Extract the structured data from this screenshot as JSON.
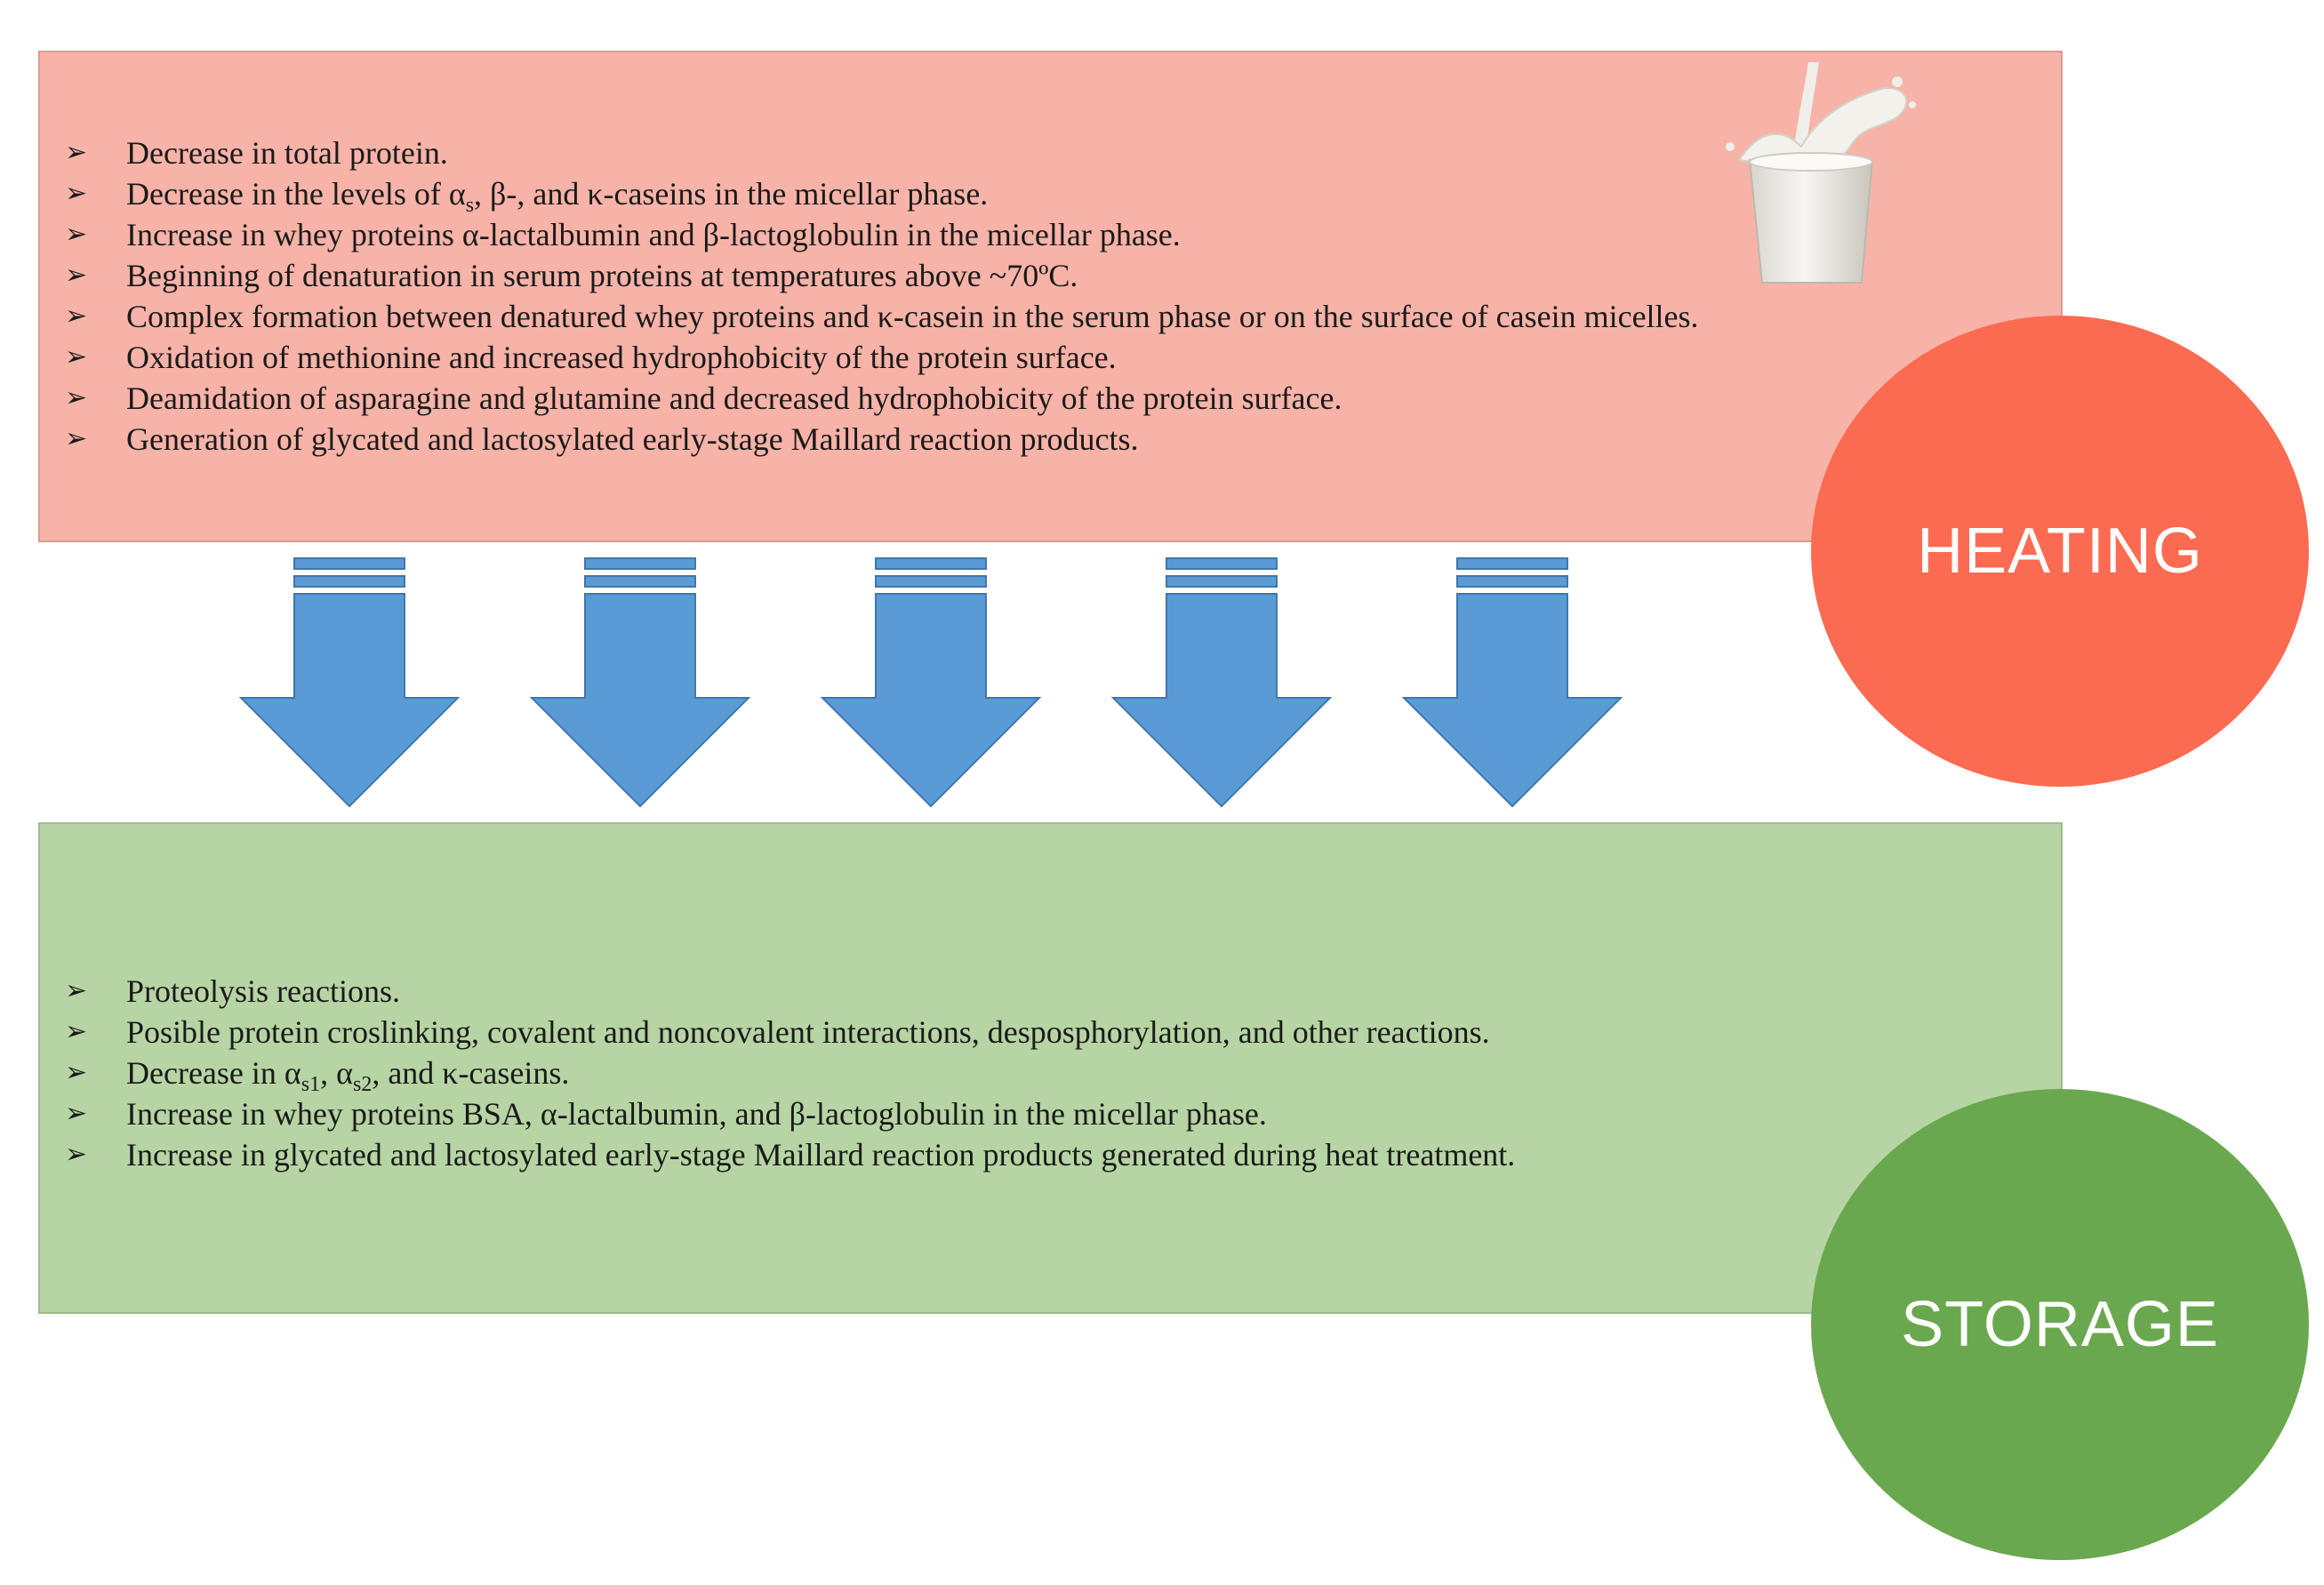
{
  "colors": {
    "heating_panel": "#f8b3a8",
    "storage_panel": "#b7d5a4",
    "heating_circle": "#fb6b52",
    "storage_circle": "#6aa84f",
    "arrow_fill": "#5b9bd5",
    "arrow_stroke": "#3f77ad"
  },
  "heating": {
    "label": "HEATING",
    "image": "milk-glass-splash-photo",
    "items": [
      {
        "pre": "Decrease in total protein.",
        "sub": "",
        "post": ""
      },
      {
        "pre": "Decrease in the levels of α",
        "sub": "s",
        "post": ", β-, and κ-caseins in the micellar phase."
      },
      {
        "pre": "Increase in whey proteins α-lactalbumin and β-lactoglobulin in the micellar phase.",
        "sub": "",
        "post": ""
      },
      {
        "pre": "Beginning of denaturation in serum proteins at temperatures above ~70ºC.",
        "sub": "",
        "post": ""
      },
      {
        "pre": "Complex formation between denatured whey proteins and κ-casein in the serum phase or on the surface of casein micelles.",
        "sub": "",
        "post": ""
      },
      {
        "pre": "Oxidation of methionine and increased hydrophobicity of the protein surface.",
        "sub": "",
        "post": ""
      },
      {
        "pre": "Deamidation of asparagine and glutamine and decreased hydrophobicity of the protein surface.",
        "sub": "",
        "post": ""
      },
      {
        "pre": "Generation of glycated and lactosylated early-stage Maillard reaction products.",
        "sub": "",
        "post": ""
      }
    ]
  },
  "storage": {
    "label": "STORAGE",
    "items": [
      {
        "pre": "Proteolysis reactions.",
        "sub": "",
        "post": ""
      },
      {
        "pre": "Posible protein croslinking, covalent and noncovalent interactions, desposphorylation, and other reactions.",
        "sub": "",
        "post": ""
      },
      {
        "pre": "Decrease in α",
        "sub": "s1",
        "mid": ", α",
        "sub2": "s2",
        "post": ", and κ-caseins."
      },
      {
        "pre": "Increase in whey proteins BSA, α-lactalbumin, and β-lactoglobulin in the micellar phase.",
        "sub": "",
        "post": ""
      },
      {
        "pre": "Increase in glycated and lactosylated early-stage Maillard reaction products generated during heat treatment.",
        "sub": "",
        "post": ""
      }
    ]
  },
  "arrows": {
    "count": 5,
    "direction": "down",
    "icon": "block-down-arrow-icon"
  }
}
